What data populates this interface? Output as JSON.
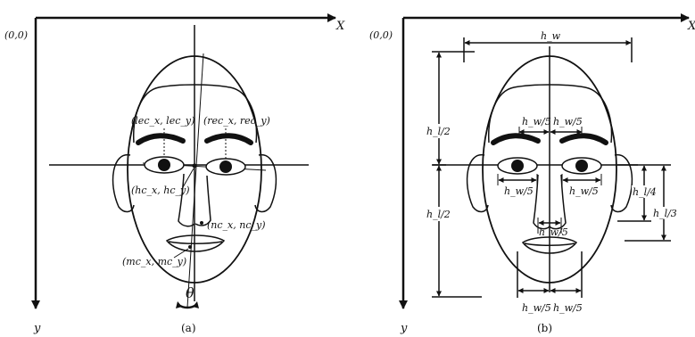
{
  "panel_a": {
    "origin": "(0,0)",
    "x_axis": "X",
    "y_axis": "y",
    "caption": "(a)",
    "angle": "θ",
    "labels": {
      "left_eye_center": "(lec_x, lec_y)",
      "right_eye_center": "(rec_x, rec_y)",
      "head_center": "(hc_x, hc_y)",
      "nose_center": "(nc_x, nc_y)",
      "mouth_center": "(mc_x, mc_y)"
    }
  },
  "panel_b": {
    "origin": "(0,0)",
    "x_axis": "X",
    "y_axis": "y",
    "caption": "(b)",
    "labels": {
      "width": "h_w",
      "upper_half": "h_l/2",
      "lower_half": "h_l/2",
      "quarter": "h_l/4",
      "third": "h_l/3",
      "fifth": "h_w/5",
      "nose_fifth": "h_w/5"
    }
  }
}
